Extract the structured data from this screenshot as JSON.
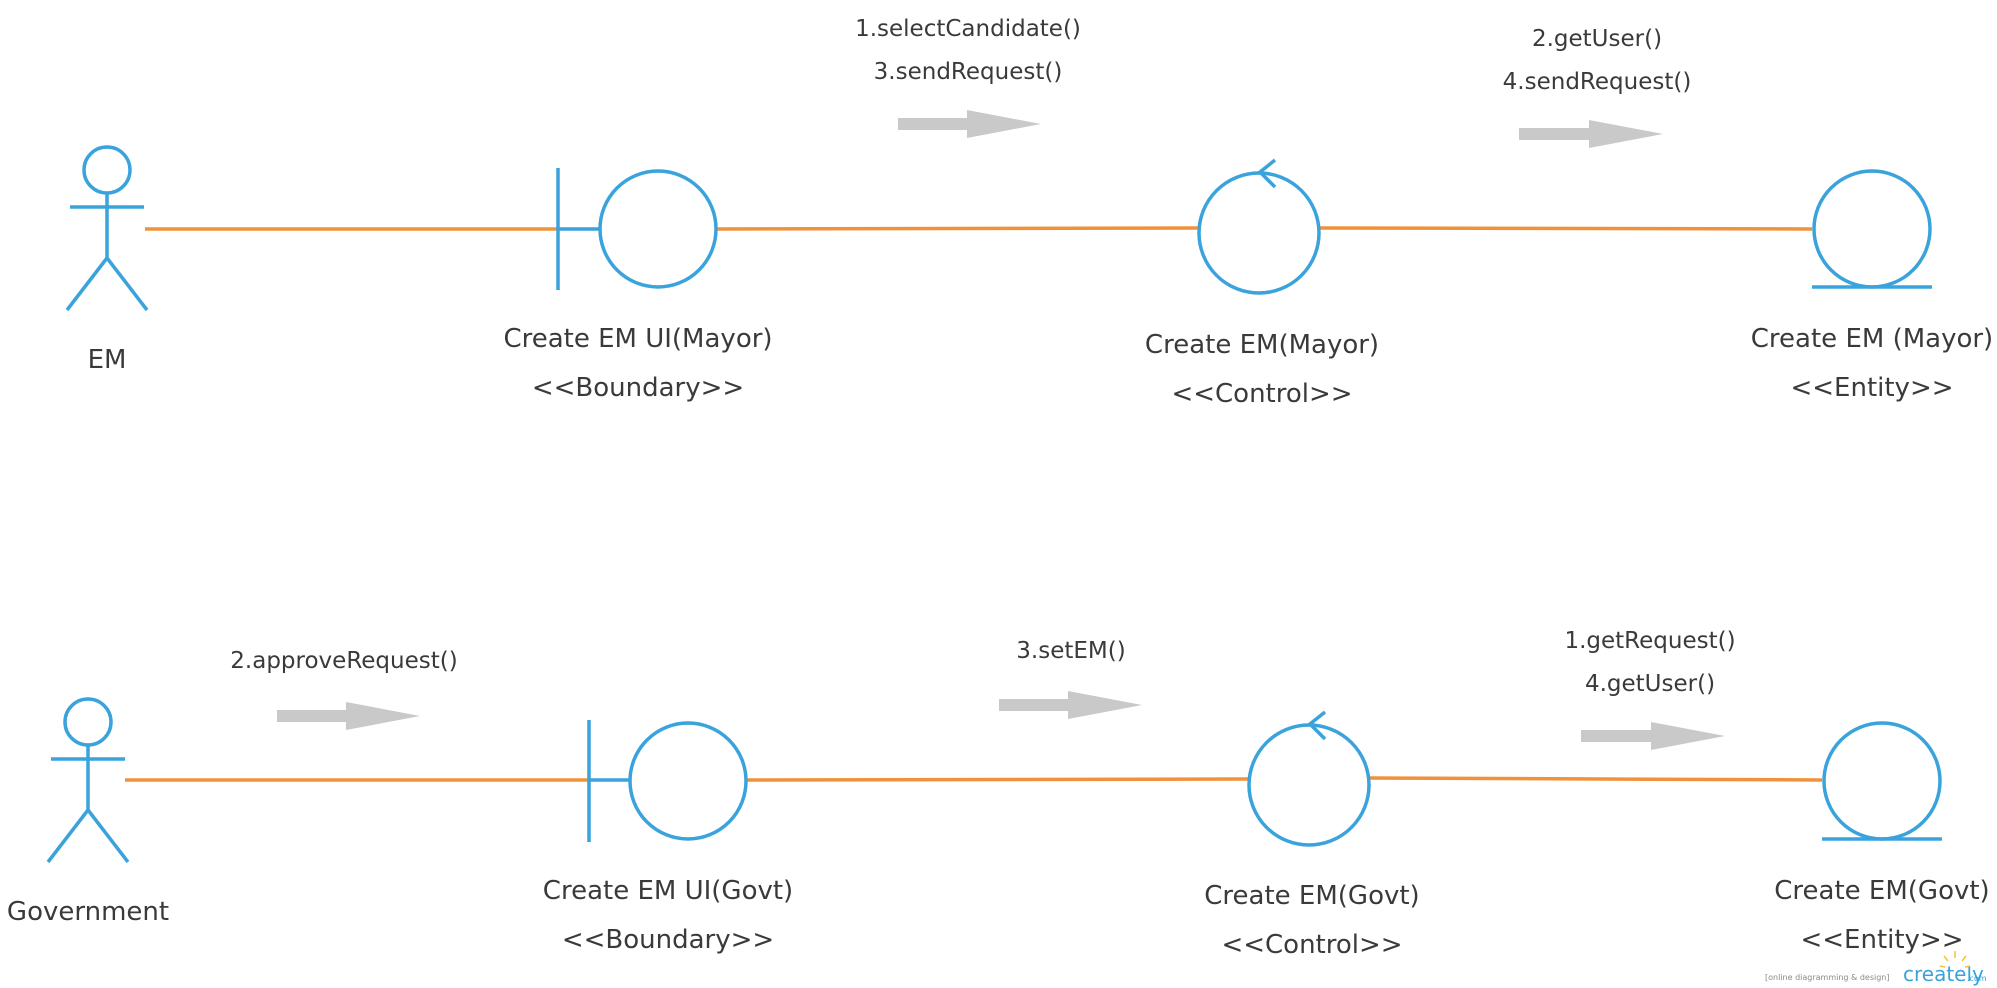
{
  "diagram": {
    "rows": [
      {
        "actor": "EM",
        "boundary": {
          "name": "Create EM UI(Mayor)",
          "stereotype": "<<Boundary>>"
        },
        "control": {
          "name": "Create EM(Mayor)",
          "stereotype": "<<Control>>"
        },
        "entity": {
          "name": "Create EM (Mayor)",
          "stereotype": "<<Entity>>"
        },
        "messages": {
          "boundary_to_control": [
            "1.selectCandidate()",
            "3.sendRequest()"
          ],
          "control_to_entity": [
            "2.getUser()",
            "4.sendRequest()"
          ]
        }
      },
      {
        "actor": "Government",
        "boundary": {
          "name": "Create EM UI(Govt)",
          "stereotype": "<<Boundary>>"
        },
        "control": {
          "name": "Create EM(Govt)",
          "stereotype": "<<Control>>"
        },
        "entity": {
          "name": "Create EM(Govt)",
          "stereotype": "<<Entity>>"
        },
        "messages": {
          "actor_to_boundary": [
            "2.approveRequest()"
          ],
          "boundary_to_control": [
            "3.setEM()"
          ],
          "control_to_entity": [
            "1.getRequest()",
            "4.getUser()"
          ]
        }
      }
    ]
  },
  "watermark": {
    "tagline": "[online diagramming & design]",
    "brand": "creately",
    "suffix": ".com"
  },
  "colors": {
    "uml_shape": "#3aa3dc",
    "connector": "#f0923a",
    "message_arrow": "#c9c9c9",
    "text": "#3a3a3a"
  }
}
